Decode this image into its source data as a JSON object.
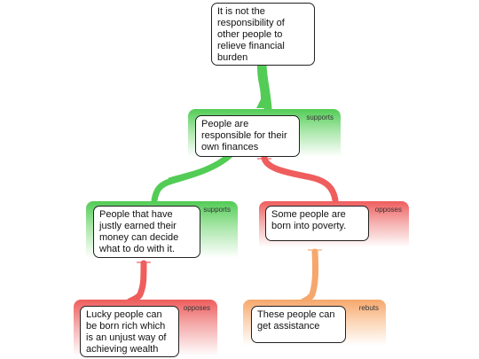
{
  "colors": {
    "supports": "#53cc56",
    "opposes": "#ef5d5d",
    "rebuts": "#f6a76c"
  },
  "nodes": {
    "root": {
      "text": "It is not the responsibility of other people to relieve financial burden"
    },
    "n1": {
      "text": "People are responsible for their own finances",
      "relation": "supports"
    },
    "n2": {
      "text": "People that have justly earned their money can decide what to do with it.",
      "relation": "supports"
    },
    "n3": {
      "text": "Some people are born into poverty.",
      "relation": "opposes"
    },
    "n4": {
      "text": "Lucky people can be born rich which is an unjust way of achieving wealth",
      "relation": "opposes"
    },
    "n5": {
      "text": "These people can get assistance",
      "relation": "rebuts"
    }
  }
}
